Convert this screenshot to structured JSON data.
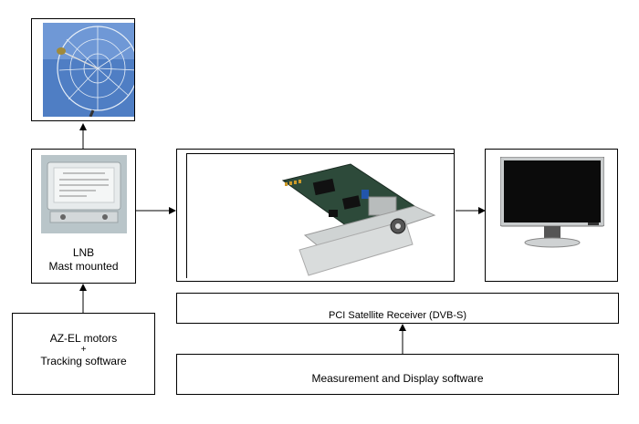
{
  "lnb": {
    "line1": "LNB",
    "line2": "Mast mounted"
  },
  "motors": {
    "line1": "AZ-EL motors",
    "line2": "+",
    "line3": "Tracking software"
  },
  "receiver": {
    "label": "PCI Satellite Receiver (DVB-S)"
  },
  "software": {
    "label": "Measurement and Display software"
  },
  "icons": {
    "dish": "satellite-dish-photo",
    "lnb": "lnb-device-photo",
    "card": "pci-card-photo",
    "monitor": "lcd-monitor-photo"
  },
  "colors": {
    "sky": "#4f7ec4",
    "line": "#000000",
    "card_green": "#2d4a3a"
  }
}
